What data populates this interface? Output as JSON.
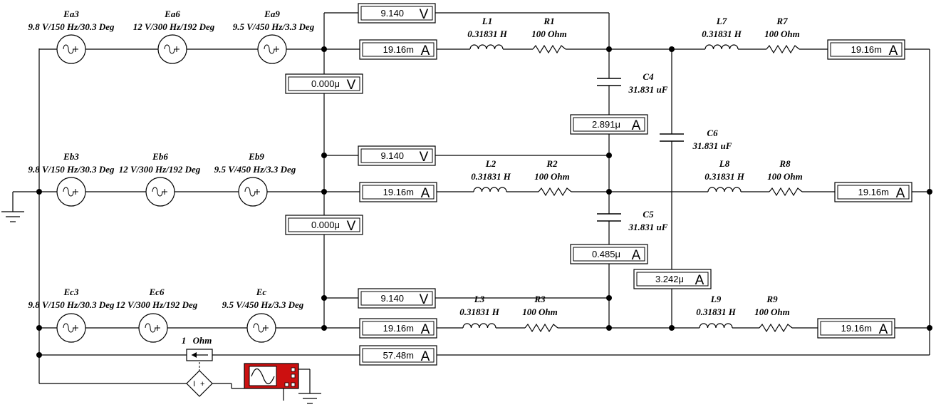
{
  "sources": [
    {
      "id": "ea3",
      "name": "Ea3",
      "spec": "9.8 V/150 Hz/30.3 Deg"
    },
    {
      "id": "ea6",
      "name": "Ea6",
      "spec": "12 V/300 Hz/192 Deg"
    },
    {
      "id": "ea9",
      "name": "Ea9",
      "spec": "9.5 V/450 Hz/3.3 Deg"
    },
    {
      "id": "eb3",
      "name": "Eb3",
      "spec": "9.8 V/150 Hz/30.3 Deg"
    },
    {
      "id": "eb6",
      "name": "Eb6",
      "spec": "12 V/300 Hz/192 Deg"
    },
    {
      "id": "eb9",
      "name": "Eb9",
      "spec": "9.5 V/450 Hz/3.3 Deg"
    },
    {
      "id": "ec3",
      "name": "Ec3",
      "spec": "9.8 V/150 Hz/30.3 Deg"
    },
    {
      "id": "ec6",
      "name": "Ec6",
      "spec": "12 V/300 Hz/192 Deg"
    },
    {
      "id": "ec",
      "name": "Ec",
      "spec": "9.5 V/450 Hz/3.3 Deg"
    }
  ],
  "inductors": [
    {
      "id": "l1",
      "name": "L1",
      "value": "0.31831 H"
    },
    {
      "id": "l2",
      "name": "L2",
      "value": "0.31831 H"
    },
    {
      "id": "l3",
      "name": "L3",
      "value": "0.31831 H"
    },
    {
      "id": "l7",
      "name": "L7",
      "value": "0.31831 H"
    },
    {
      "id": "l8",
      "name": "L8",
      "value": "0.31831 H"
    },
    {
      "id": "l9",
      "name": "L9",
      "value": "0.31831 H"
    }
  ],
  "resistors": [
    {
      "id": "r1",
      "name": "R1",
      "value": "100  Ohm"
    },
    {
      "id": "r2",
      "name": "R2",
      "value": "100  Ohm"
    },
    {
      "id": "r3",
      "name": "R3",
      "value": "100  Ohm"
    },
    {
      "id": "r7",
      "name": "R7",
      "value": "100  Ohm"
    },
    {
      "id": "r8",
      "name": "R8",
      "value": "100  Ohm"
    },
    {
      "id": "r9",
      "name": "R9",
      "value": "100  Ohm"
    }
  ],
  "capacitors": [
    {
      "id": "c4",
      "name": "C4",
      "value": "31.831 uF"
    },
    {
      "id": "c5",
      "name": "C5",
      "value": "31.831 uF"
    },
    {
      "id": "c6",
      "name": "C6",
      "value": "31.831 uF"
    }
  ],
  "meters": [
    {
      "id": "vm-top",
      "value": "9.140",
      "unit": "V"
    },
    {
      "id": "am-ia",
      "value": "19.16m",
      "unit": "A"
    },
    {
      "id": "vm-ab",
      "value": "0.000μ",
      "unit": "V"
    },
    {
      "id": "am-c4",
      "value": "2.891μ",
      "unit": "A"
    },
    {
      "id": "vm-mid",
      "value": "9.140",
      "unit": "V"
    },
    {
      "id": "am-ib",
      "value": "19.16m",
      "unit": "A"
    },
    {
      "id": "vm-bc",
      "value": "0.000μ",
      "unit": "V"
    },
    {
      "id": "am-c5",
      "value": "0.485μ",
      "unit": "A"
    },
    {
      "id": "am-c6",
      "value": "3.242μ",
      "unit": "A"
    },
    {
      "id": "vm-bot",
      "value": "9.140",
      "unit": "V"
    },
    {
      "id": "am-ic",
      "value": "19.16m",
      "unit": "A"
    },
    {
      "id": "am-neutral",
      "value": "57.48m",
      "unit": "A"
    },
    {
      "id": "am-l7",
      "value": "19.16m",
      "unit": "A"
    },
    {
      "id": "am-l8",
      "value": "19.16m",
      "unit": "A"
    },
    {
      "id": "am-l9",
      "value": "19.16m",
      "unit": "A"
    }
  ],
  "shunt": {
    "name": "1",
    "value": "Ohm"
  },
  "colors": {
    "wire": "#000000",
    "scope_body": "#cc1010",
    "scope_screen": "#ffffff"
  }
}
